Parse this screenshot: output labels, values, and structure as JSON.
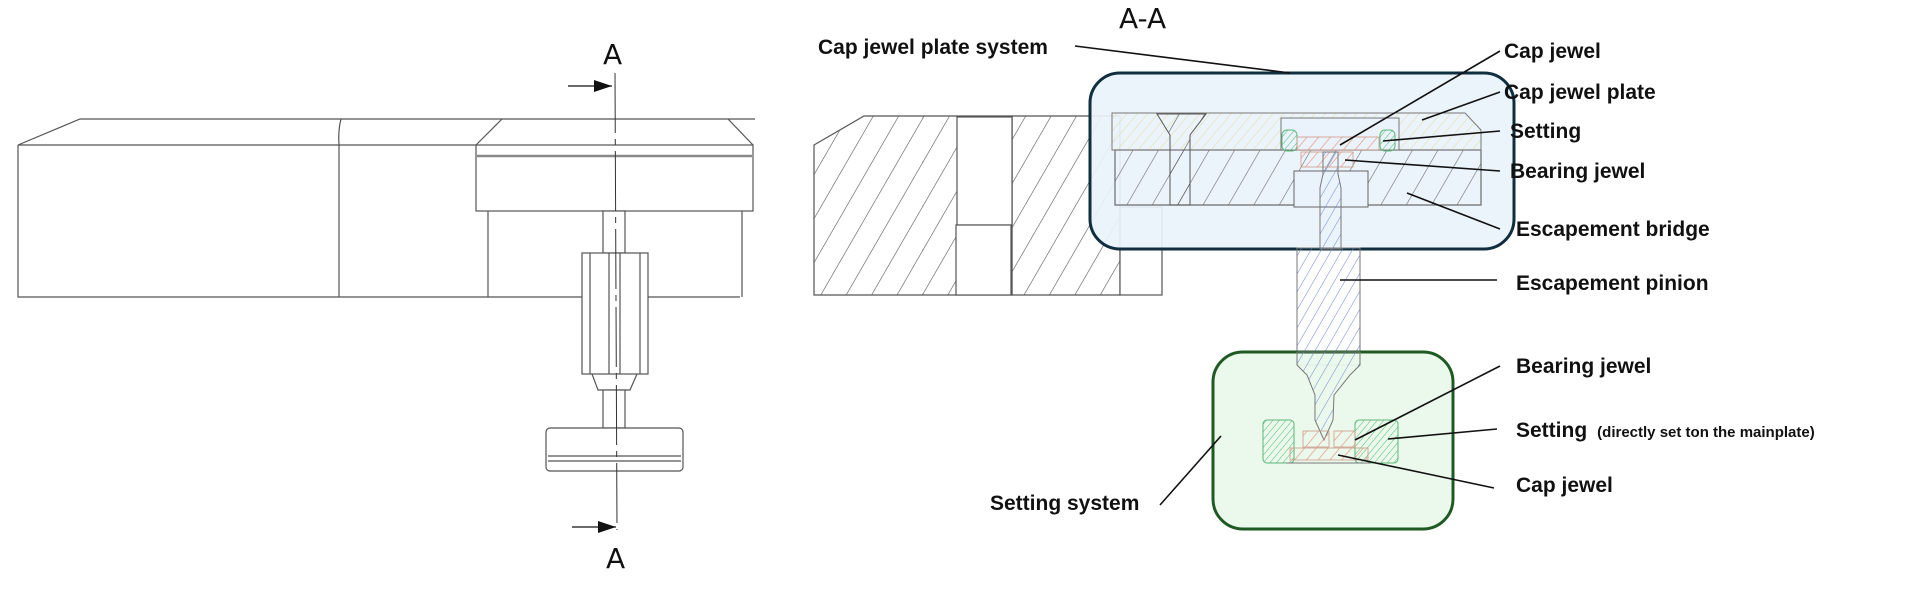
{
  "view_labels": {
    "section_marker_top": "A",
    "section_marker_bottom": "A",
    "section_title": "A-A"
  },
  "colors": {
    "cap_plate_box_fill": "#eaf3fb",
    "cap_plate_box_stroke": "#0f2f40",
    "setting_box_fill": "#e9f8ea",
    "setting_box_stroke": "#1e5a22",
    "cap_jewel_plate_hatch": "#e8dca0",
    "jewel_hatch": "#e9907a",
    "setting_hatch": "#5cc47a",
    "pinion_hatch": "#6a86d8"
  },
  "callouts": {
    "cap_jewel_plate_system": "Cap jewel plate system",
    "top_cap_jewel": "Cap jewel",
    "cap_jewel_plate": "Cap jewel plate",
    "top_setting": "Setting",
    "top_bearing_jewel": "Bearing jewel",
    "escapement_bridge": "Escapement bridge",
    "escapement_pinion": "Escapement pinion",
    "bottom_bearing_jewel": "Bearing jewel",
    "bottom_setting": "Setting",
    "bottom_setting_note": "(directly set ton the mainplate)",
    "bottom_cap_jewel": "Cap jewel",
    "setting_system": "Setting system"
  }
}
